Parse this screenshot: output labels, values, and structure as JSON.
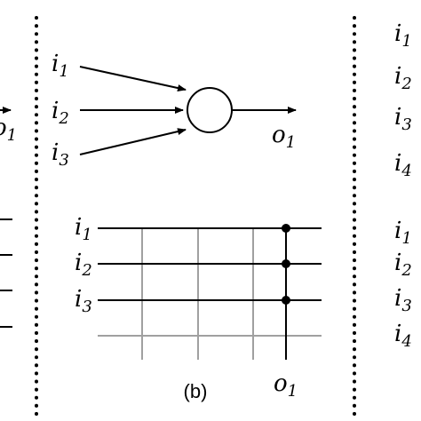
{
  "panel_b": {
    "caption": "(b)"
  },
  "neuron": {
    "inputs": [
      {
        "var": "i",
        "sub": "1"
      },
      {
        "var": "i",
        "sub": "2"
      },
      {
        "var": "i",
        "sub": "3"
      }
    ],
    "output": {
      "var": "o",
      "sub": "1"
    }
  },
  "crossbar": {
    "inputs": [
      {
        "var": "i",
        "sub": "1"
      },
      {
        "var": "i",
        "sub": "2"
      },
      {
        "var": "i",
        "sub": "3"
      }
    ],
    "output": {
      "var": "o",
      "sub": "1"
    }
  },
  "left_panel_partial": {
    "output": {
      "var": "o",
      "sub": "1"
    }
  },
  "right_panel_partial": {
    "top_inputs": [
      {
        "var": "i",
        "sub": "1"
      },
      {
        "var": "i",
        "sub": "2"
      },
      {
        "var": "i",
        "sub": "3"
      },
      {
        "var": "i",
        "sub": "4"
      }
    ],
    "bottom_inputs": [
      {
        "var": "i",
        "sub": "1"
      },
      {
        "var": "i",
        "sub": "2"
      },
      {
        "var": "i",
        "sub": "3"
      },
      {
        "var": "i",
        "sub": "4"
      }
    ]
  },
  "colors": {
    "line": "#000000",
    "grid": "#a0a0a0",
    "background": "#ffffff"
  }
}
